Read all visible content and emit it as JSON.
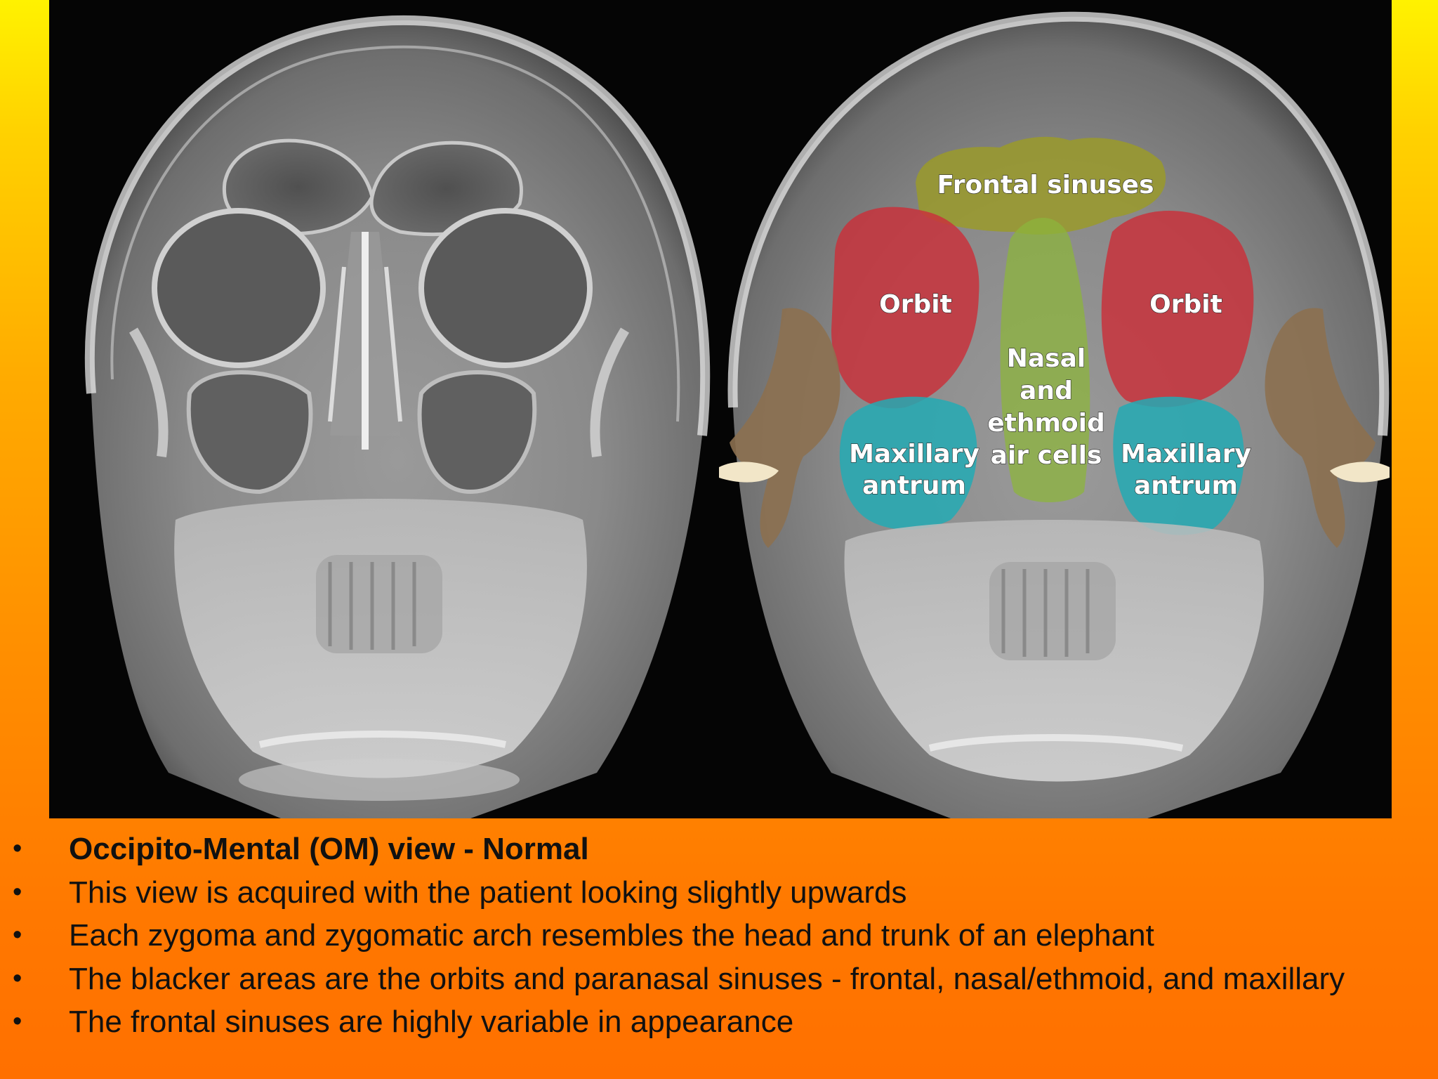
{
  "figure": {
    "left_image_alt": "Occipito-mental skull radiograph",
    "right_image_alt": "Annotated occipito-mental skull radiograph",
    "labels": {
      "frontal_sinuses": "Frontal sinuses",
      "orbit_left": "Orbit",
      "orbit_right": "Orbit",
      "nasal_line1": "Nasal",
      "nasal_line2": "and",
      "nasal_line3": "ethmoid",
      "nasal_line4": "air cells",
      "maxillary_left_line1": "Maxillary",
      "maxillary_left_line2": "antrum",
      "maxillary_right_line1": "Maxillary",
      "maxillary_right_line2": "antrum"
    },
    "overlay_colors": {
      "frontal_sinuses": "#9a9a2a",
      "orbit": "#c8323c",
      "nasal_ethmoid": "#8cb43c",
      "maxillary": "#23aab4",
      "zygoma_elephant": "#8c7050"
    }
  },
  "bullets": [
    {
      "text": "Occipito-Mental (OM) view - Normal",
      "bold": true
    },
    {
      "text": "This view is acquired with the patient looking slightly upwards",
      "bold": false
    },
    {
      "text": "Each zygoma and zygomatic arch resembles the head and trunk of an elephant",
      "bold": false
    },
    {
      "text": "The blacker areas are the orbits and paranasal sinuses - frontal, nasal/ethmoid, and maxillary",
      "bold": false
    },
    {
      "text": "The frontal sinuses are highly variable in appearance",
      "bold": false
    }
  ],
  "bullet_glyph": "•"
}
